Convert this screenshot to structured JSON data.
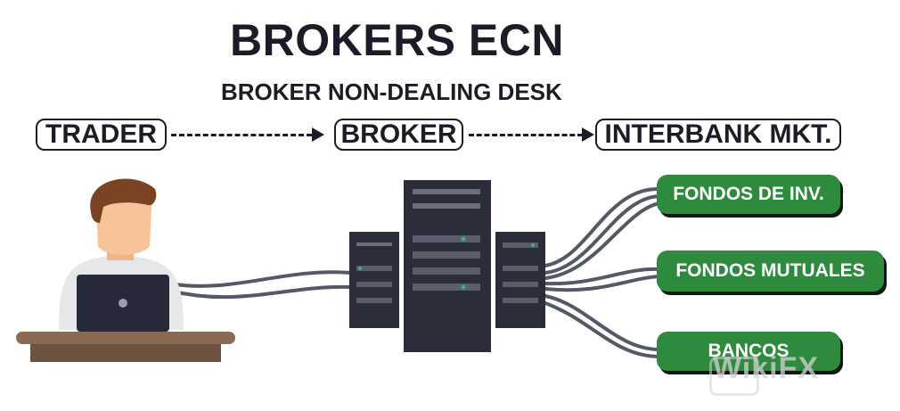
{
  "title": "BROKERS ECN",
  "subtitle": "BROKER NON-DEALING DESK",
  "flow": {
    "trader": "TRADER",
    "broker": "BROKER",
    "interbank": "INTERBANK MKT."
  },
  "destinations": {
    "fondos_inv": "FONDOS DE INV.",
    "fondos_mutuales": "FONDOS MUTUALES",
    "bancos": "BANCOS"
  },
  "watermark": "WikiFX",
  "colors": {
    "text": "#1c1c28",
    "pill_green": "#2e8b3d",
    "server": "#2b2d3a",
    "cable": "#555866",
    "skin": "#f6c39a",
    "hair": "#7a4324",
    "desk": "#8a6a52",
    "laptop": "#262a38"
  }
}
